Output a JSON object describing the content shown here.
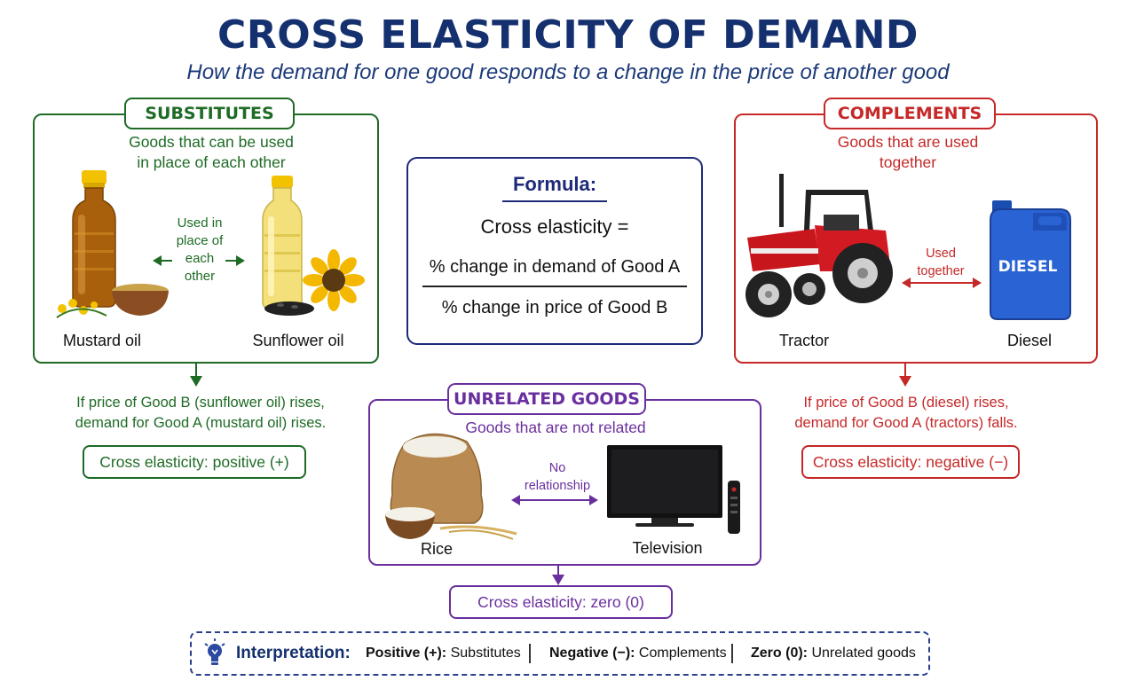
{
  "title": "CROSS ELASTICITY OF DEMAND",
  "subtitle": "How the demand for one good responds to a change in the price of another good",
  "colors": {
    "title": "#14306e",
    "substitutes": "#1e6b25",
    "complements": "#c62828",
    "unrelated": "#6a2f9e",
    "formula": "#1e2a78"
  },
  "substitutes": {
    "heading": "SUBSTITUTES",
    "description": "Goods that can be used in place of each other",
    "relation": "Used in place of each other",
    "good_a": "Mustard oil",
    "good_b": "Sunflower oil",
    "example": "If price of Good B (sunflower oil) rises, demand for Good A (mustard oil) rises.",
    "result": "Cross elasticity: positive (+)"
  },
  "formula": {
    "heading": "Formula:",
    "lhs": "Cross elasticity =",
    "numerator": "% change in demand of Good A",
    "denominator": "% change in price of Good B"
  },
  "complements": {
    "heading": "COMPLEMENTS",
    "description": "Goods that are used together",
    "relation": "Used together",
    "good_a": "Tractor",
    "good_b": "Diesel",
    "can_label": "DIESEL",
    "example": "If price of Good B (diesel) rises, demand for Good A (tractors) falls.",
    "result": "Cross elasticity: negative (−)"
  },
  "unrelated": {
    "heading": "UNRELATED GOODS",
    "description": "Goods that are not related",
    "relation": "No relationship",
    "good_a": "Rice",
    "good_b": "Television",
    "result": "Cross elasticity: zero (0)"
  },
  "interpretation": {
    "icon": "lightbulb-icon",
    "heading": "Interpretation:",
    "items": [
      {
        "key": "Positive (+):",
        "value": "Substitutes"
      },
      {
        "key": "Negative (−):",
        "value": "Complements"
      },
      {
        "key": "Zero (0):",
        "value": "Unrelated goods"
      }
    ]
  }
}
